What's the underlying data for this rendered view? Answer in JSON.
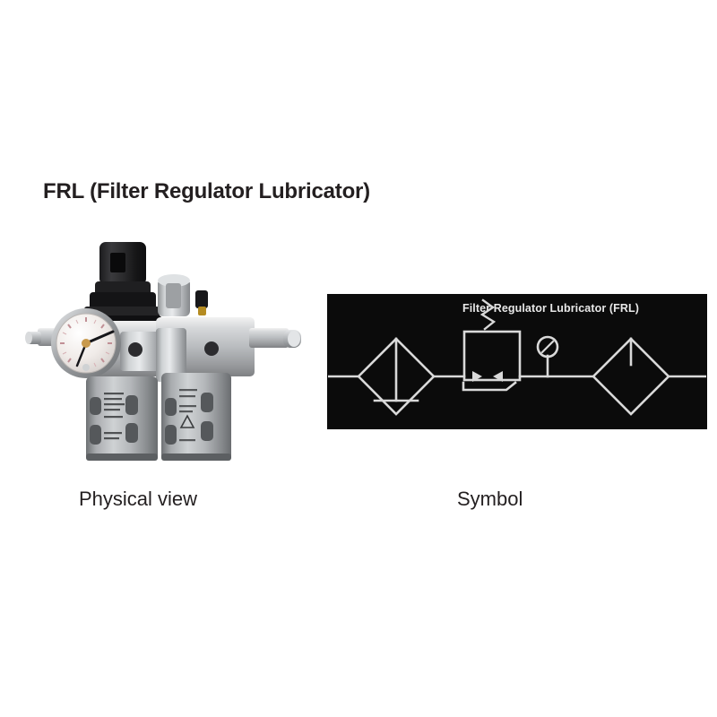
{
  "page": {
    "background_color": "#ffffff",
    "text_color": "#231f20"
  },
  "heading": {
    "text": "FRL (Filter Regulator Lubricator)"
  },
  "physical": {
    "caption": "Physical view",
    "alt": "Photograph of a pneumatic FRL unit: filter-regulator with black adjustment knob, round pressure gauge, and lubricator bowl",
    "parts": [
      "adjustment-knob",
      "pressure-gauge",
      "regulator-body",
      "filter-bowl",
      "lubricator-body",
      "lubricator-bowl",
      "inlet-port",
      "outlet-port",
      "oil-fill-plug",
      "drip-adjust-screw"
    ]
  },
  "symbol": {
    "caption": "Symbol",
    "title": "Filter Regulator Lubricator (FRL)",
    "panel_background": "#0b0b0b",
    "line_color": "#d9d9d9",
    "elements": [
      {
        "name": "filter",
        "shape": "diamond-with-vertical-and-horizontal-line"
      },
      {
        "name": "regulator",
        "shape": "square-with-spring-and-arrows"
      },
      {
        "name": "pressure-gauge",
        "shape": "circle-with-diagonal-needle"
      },
      {
        "name": "lubricator",
        "shape": "diamond-with-top-stem"
      },
      {
        "name": "flow-line",
        "shape": "horizontal-line"
      }
    ]
  }
}
